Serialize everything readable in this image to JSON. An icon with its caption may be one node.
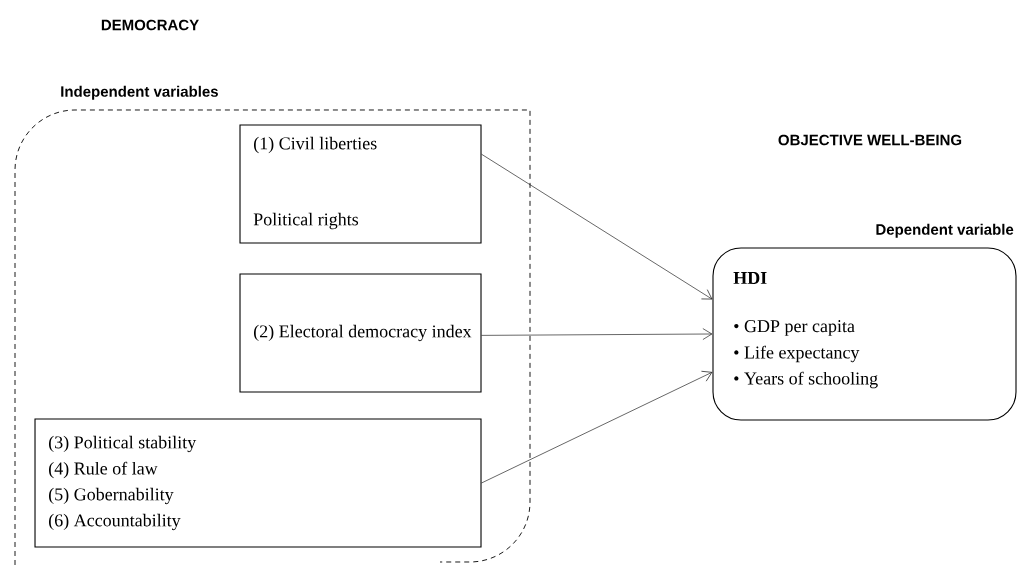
{
  "diagram": {
    "nodes": [
      {
        "text": [
          "Independent variables"
        ]
      },
      {
        "text": [
          "(1) Civil liberties",
          "Political rights"
        ],
        "in": 0
      },
      {
        "text": [
          "(2) Electoral democracy index"
        ],
        "in": 0
      },
      {
        "text": [
          "(3) Political stability",
          "(4) Rule of law",
          "(5) Gobernability",
          "(6) Accountability"
        ],
        "in": 0
      },
      {
        "text": [
          "Dependent variable",
          "HDI",
          "• GDP per capita",
          "• Life expectancy",
          "• Years of schooling"
        ]
      }
    ],
    "edges": [
      {
        "from": 1,
        "to": 4,
        "arrow": "to"
      },
      {
        "from": 2,
        "to": 4,
        "arrow": "to"
      },
      {
        "from": 3,
        "to": 4,
        "arrow": "to"
      }
    ],
    "labels": [
      "DEMOCRACY",
      "OBJECTIVE WELL-BEING"
    ]
  }
}
